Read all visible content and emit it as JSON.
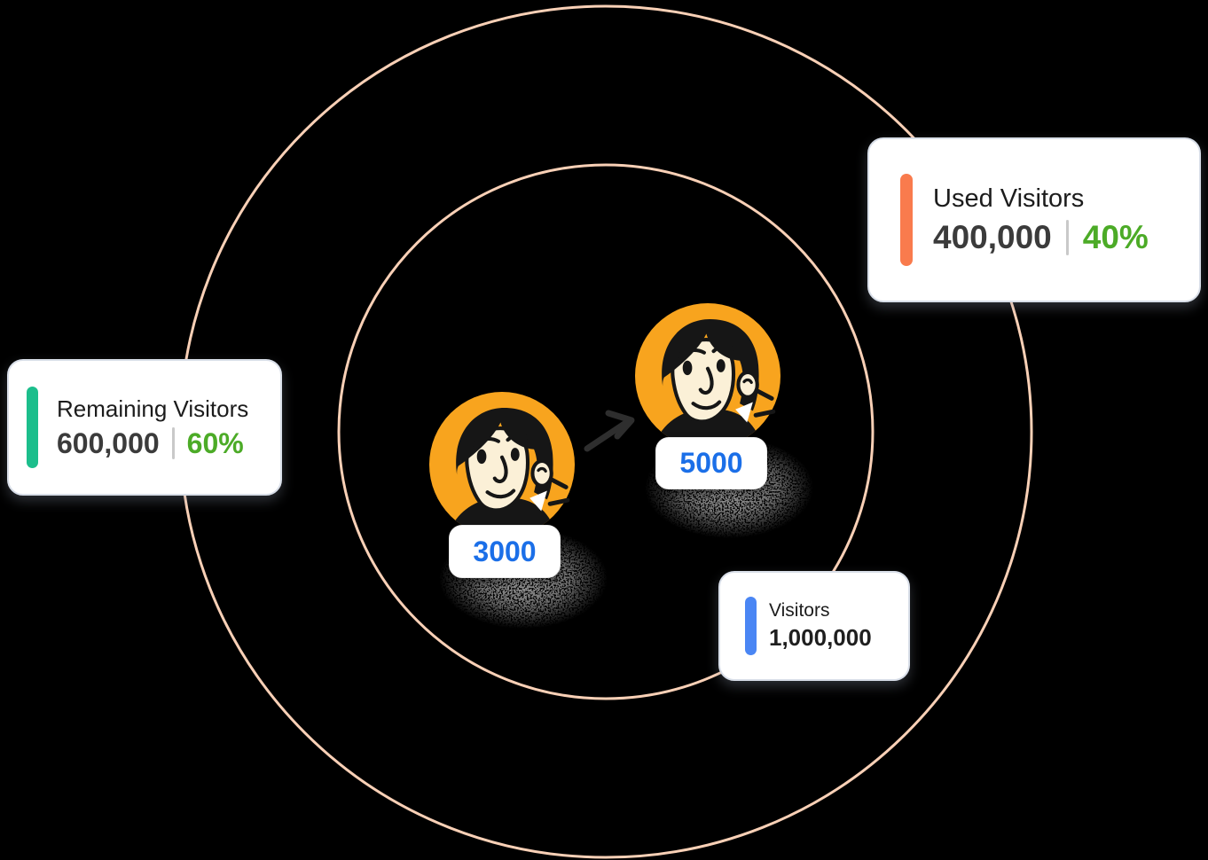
{
  "colors": {
    "background": "#000000",
    "ring": "#F9D0B6",
    "card-bg": "#FFFFFF",
    "card-border": "#D8DEE8",
    "title-text": "#1C1C1C",
    "value-text": "#3B3B3B",
    "divider": "#C9C9C9",
    "green-accent": "#1CBE8C",
    "orange-accent": "#F97B4D",
    "blue-accent": "#4A86F4",
    "percent-green": "#4CAB27",
    "count-blue": "#1B6FE8",
    "avatar-bg": "#F8A41E",
    "avatar-skin": "#FBF0D7",
    "avatar-ink": "#161616",
    "arrow": "#2E2E2E"
  },
  "cards": {
    "remaining": {
      "title": "Remaining Visitors",
      "value": "600,000",
      "percent": "60%"
    },
    "used": {
      "title": "Used Visitors",
      "value": "400,000",
      "percent": "40%"
    },
    "total": {
      "title": "Visitors",
      "value": "1,000,000"
    }
  },
  "avatars": {
    "first": {
      "count": "3000"
    },
    "second": {
      "count": "5000"
    }
  }
}
